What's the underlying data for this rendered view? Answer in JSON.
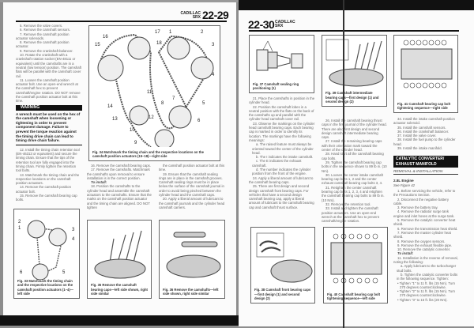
{
  "left_page": {
    "header": {
      "make": "CADILLAC",
      "model": "SRX",
      "page_number": "22-29"
    },
    "col1": [
      "5. Remove the valve covers.",
      "6. Remove the camshaft sensors.",
      "7. Remove the camshaft position actuator solenoids.",
      "8. Remove the camshaft position actuator.",
      "9. Remove the crankshaft balancer.",
      "10. Rotate the crankshaft with a crankshaft rotation socket (EN-48111 or equivalent) until the camshafts are in a neutral (low tension) position. The camshaft flats will be parallel with the camshaft cover rail.",
      "11. Loosen the camshaft position actuator bolt. Use an open-end wrench at the camshaft hex to prevent camshaft/engine rotation. DO NOT remove the camshaft position actuator bolt at this time."
    ],
    "warning": {
      "title": "WARNING",
      "text": "A wrench must be used on the hex of the camshaft when loosening or tightening in order to prevent component damage. Failure to prevent the torque reaction against the timing drive chain can lead to timing drive chain failure."
    },
    "col1_cont": [
      "12. Install the timing chain retention tool (EN-46313 or equivalent) and secure the timing chain. Ensure that the tips of the retention tool are fully engaged into the timing chain. Firmly tighten the retention tool bolts.",
      "13. Matchmark the timing chain and the respective locations on the camshaft position actuators.",
      "14. Remove the camshaft position actuator bolt.",
      "15. Remove the camshaft bearing cap bolts."
    ],
    "col2": [
      "16. Remove the camshaft bearing caps.",
      "17. Remove the camshafts. Matchmark the camshafts upon removal to ensure installation is in the correct position.",
      "To install:",
      "18. Position the camshafts to the cylinder head and assemble the camshaft actuators to the camshafts. Ensure that the marks on the camshaft position actuator and the timing chain are aligned. DO NOT tighten"
    ],
    "col3": [
      "the camshaft position actuator bolt at this time.",
      "19. Ensure that the camshaft sealing rings are in place in the camshaft grooves. Camshaft sealing rings must be in place below the surface of the camshaft journal in order to avoid being pinched between the cylinder head and the camshaft caps.",
      "20. Apply a liberal amount of lubricant to the camshaft journals and the cylinder head camshaft carriers."
    ],
    "figures": {
      "fig34": {
        "caption": "Fig. 34 Matchmark the timing chain and the respective locations on the camshaft position actuators (15–18)—right side",
        "labels": [
          "1",
          "2",
          "3",
          "4",
          "5",
          "6",
          "7",
          "8",
          "9",
          "10",
          "11",
          "12",
          "13",
          "14",
          "15",
          "16",
          "17",
          "18"
        ]
      },
      "fig33": {
        "caption": "Fig. 33 Matchmark the timing chain and the respective locations on the camshaft position actuators (1–4)—left side",
        "labels": [
          "1",
          "2",
          "3",
          "4",
          "5",
          "6"
        ]
      },
      "fig35": {
        "caption": "Fig. 35 Remove the camshaft bearing caps—left side shown, right side similar"
      },
      "fig36": {
        "caption": "Fig. 36 Remove the camshafts—left side shown, right side similar"
      }
    }
  },
  "right_page": {
    "header": {
      "page_number": "22-30",
      "make": "CADILLAC",
      "model": "SRX"
    },
    "col1": [
      "21. Place the camshafts in position in the cylinder head.",
      "22. Position the camshaft lobes in a neutral position with the flats on the back of the camshafts up and parallel with the cylinder head camshaft cover rail.",
      "23. Observe the markings on the cylinder head camshaft bearing caps. Each bearing cap is marked in order to identify its location. The markings have the following meanings:",
      "a. The raised feature must always be oriented toward the center of the cylinder head.",
      "b. The I indicates the intake camshaft.",
      "c. The E indicates the exhaust camshaft.",
      "d. The number indicates the cylinder position from the front of the engine.",
      "24. Apply a liberal amount of lubricant to the camshaft bearing caps.",
      "25. There are first design and second design camshaft front bearing caps. For vehicles that have a second design camshaft bearing cap, apply a liberal amount of lubricant to the camshaft bearing cap and camshaft thrust surface."
    ],
    "col2": [
      "26. Install the camshaft bearing thrust caps in the first journal of the cylinder head. There are also first design and second design camshaft intermediate bearing caps.",
      "27. Install the remaining bearing caps with their orientation mark toward the center of the cylinder head.",
      "28. Hand start all the camshaft bearing cap bolts.",
      "29. Tighten the camshaft bearing cap bolts in the sequence shown to 89 lb in. (10 Nm).",
      "30. Loosen the center intake camshaft bearing cap bolts 1, 2 and the center exhaust camshaft bearing cap bolts 3, 4.",
      "31. Retighten the center camshaft bearing cap bolts 1, 2, 3, 4 and retighten the camshaft bearing cap bolts to 89 lb in. (10 Nm).",
      "32. Remove the retention tool.",
      "33. Install and tighten the camshaft position actuators. Use an open-end wrench at the camshaft hex to prevent camshaft/engine rotation."
    ],
    "col3": [
      "34. Install the intake camshaft position actuator solenoid.",
      "35. Install the camshaft sensors.",
      "36. Install the crankshaft balancer.",
      "37. Install the valve cover.",
      "38. Install the fuel pump to the cylinder head.",
      "39. Install the intake manifold."
    ],
    "section": {
      "title": "CATALYTIC CONVERTER/ EXHAUST MANIFOLD",
      "subtitle": "REMOVAL & INSTALLATION",
      "engine": "2.8L Engine",
      "see_figure": "See Figure 42",
      "steps": [
        "1. Before servicing the vehicle, refer to the Precautions Section.",
        "2. Disconnect the negative battery cable.",
        "3. Remove the battery tray.",
        "4. Remove the radiator surge tank engine and inlet hoses at the surge tank.",
        "5. Remove the catalytic converter heat shield.",
        "6. Remove the transmission heat shield.",
        "7. Remove the master cylinder heat shield.",
        "8. Remove the oxygen sensors.",
        "9. Remove the exhaust flexible pipe.",
        "10. Remove the catalytic converter."
      ],
      "to_install": "To install:",
      "install_steps": [
        "11. Installation is the reverse of removal, noting the following:",
        "a. Apply lubricant to the turbocharger stud bolts.",
        "b. Tighten the catalytic converter bolts in the following sequence. Tighten:"
      ],
      "bullets": [
        "• Tighten \"1\" to 11 ft. lbs (15 Nm). Turn 270 degrees counterclockwise.",
        "• Tighten \"2\" to 11 ft. lbs (15 Nm). Turn 270 degrees counterclockwise.",
        "• Tighten \"3\" to 15 ft. lbs (20 Nm)."
      ]
    },
    "figures": {
      "fig37": {
        "caption": "Fig. 37 Camshaft sealing ring positioning (1)"
      },
      "fig39": {
        "caption": "Fig. 39 Camshaft intermediate bearing caps—first design (1) and second design (2)"
      },
      "fig41": {
        "caption": "Fig. 41 Camshaft bearing cap bolt tightening sequence—right side"
      },
      "fig38": {
        "caption": "Fig. 38 Camshaft front bearing caps—first design (1) and second design (2)"
      },
      "fig40": {
        "caption": "Fig. 40 Camshaft bearing cap bolt tightening sequence—left side"
      }
    }
  }
}
